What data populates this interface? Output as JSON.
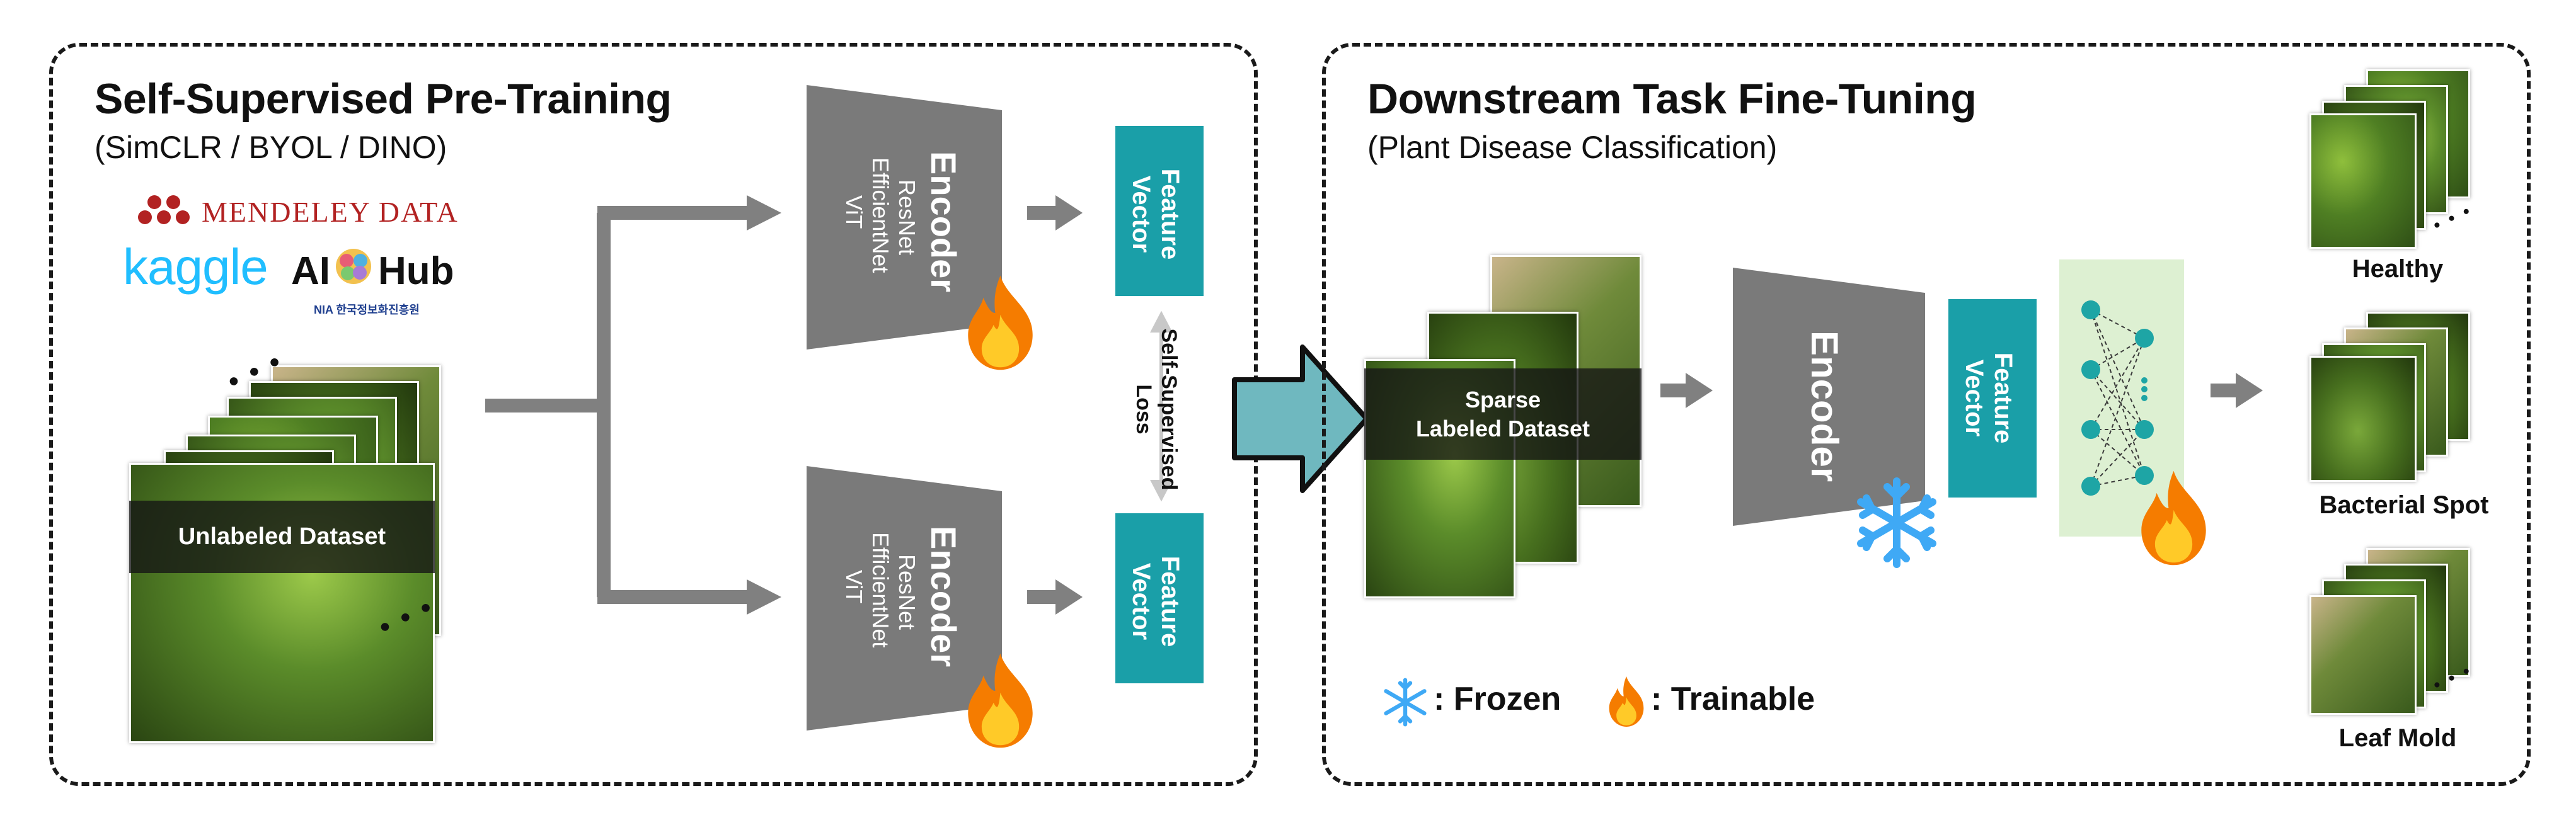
{
  "left_panel": {
    "title": "Self-Supervised Pre-Training",
    "subtitle": "(SimCLR / BYOL / DINO)",
    "logos": {
      "mendeley": "MENDELEY DATA",
      "kaggle": "kaggle",
      "aihub_ai": "AI",
      "aihub_hub": "Hub",
      "nia": "NIA 한국정보화진흥원"
    },
    "dataset_label": "Unlabeled Dataset",
    "encoder_top": {
      "title": "Encoder",
      "models": [
        "ResNet",
        "EfficientNet",
        "ViT"
      ]
    },
    "encoder_bottom": {
      "title": "Encoder",
      "models": [
        "ResNet",
        "EfficientNet",
        "ViT"
      ]
    },
    "feature_vector_top": "Feature\nVector",
    "feature_vector_bottom": "Feature\nVector",
    "loss_label": "Self-Supervised\nLoss"
  },
  "right_panel": {
    "title": "Downstream Task Fine-Tuning",
    "subtitle": "(Plant Disease Classification)",
    "dataset_label": "Sparse\nLabeled Dataset",
    "encoder_title": "Encoder",
    "feature_vector": "Feature\nVector",
    "classes": [
      "Healthy",
      "Bacterial Spot",
      "Leaf Mold"
    ],
    "legend": {
      "frozen": ": Frozen",
      "trainable": ": Trainable"
    }
  },
  "colors": {
    "encoder_gray": "#7a7a7a",
    "feature_vector_teal": "#1a9fa8",
    "arrow_gray": "#808080",
    "big_arrow_teal": "#6fb8bf",
    "classifier_green": "#ddf0d2",
    "node_teal": "#1ea5a5",
    "frozen_blue": "#3fa9f5",
    "fire_orange": "#f57c00"
  },
  "icons": {
    "frozen": "snowflake-icon",
    "trainable": "fire-icon"
  }
}
